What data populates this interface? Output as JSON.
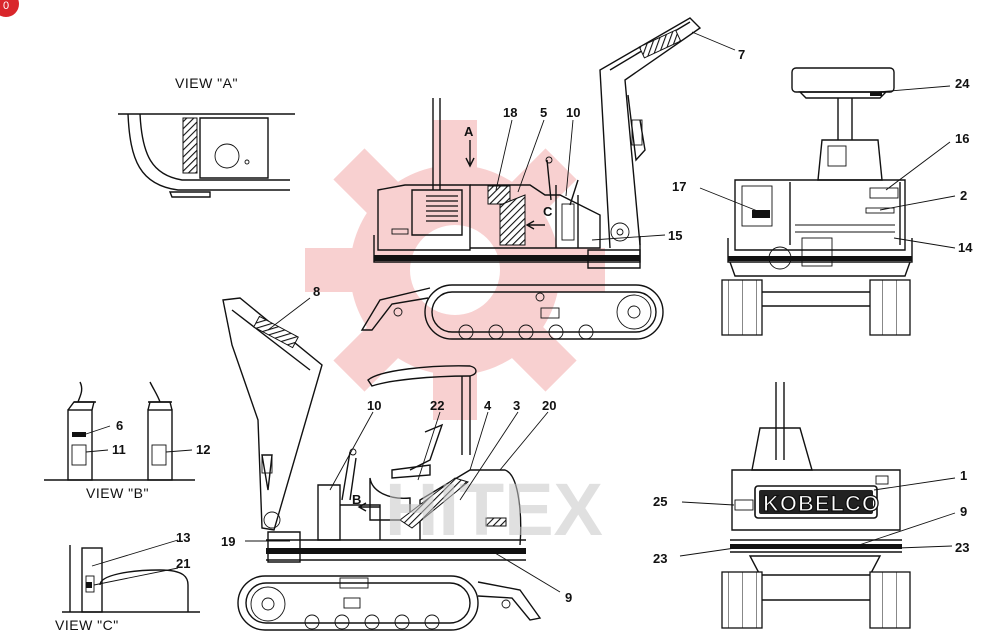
{
  "corner_badge": "0",
  "watermark": "HITEX",
  "brand_logo_text": "KOBELCO",
  "views": {
    "view_a": "VIEW \"A\"",
    "view_b": "VIEW \"B\"",
    "view_c": "VIEW \"C\""
  },
  "arrow_labels": {
    "a": "A",
    "b": "B",
    "c": "C"
  },
  "callouts": {
    "side_top": [
      "18",
      "5",
      "10",
      "7",
      "15"
    ],
    "rear": [
      "24",
      "16",
      "17",
      "2",
      "14"
    ],
    "side_bottom": [
      "8",
      "10",
      "22",
      "4",
      "3",
      "20",
      "19",
      "9"
    ],
    "front": [
      "1",
      "25",
      "9",
      "23",
      "23"
    ],
    "view_b": [
      "6",
      "11",
      "12"
    ],
    "view_c": [
      "13",
      "21"
    ]
  }
}
